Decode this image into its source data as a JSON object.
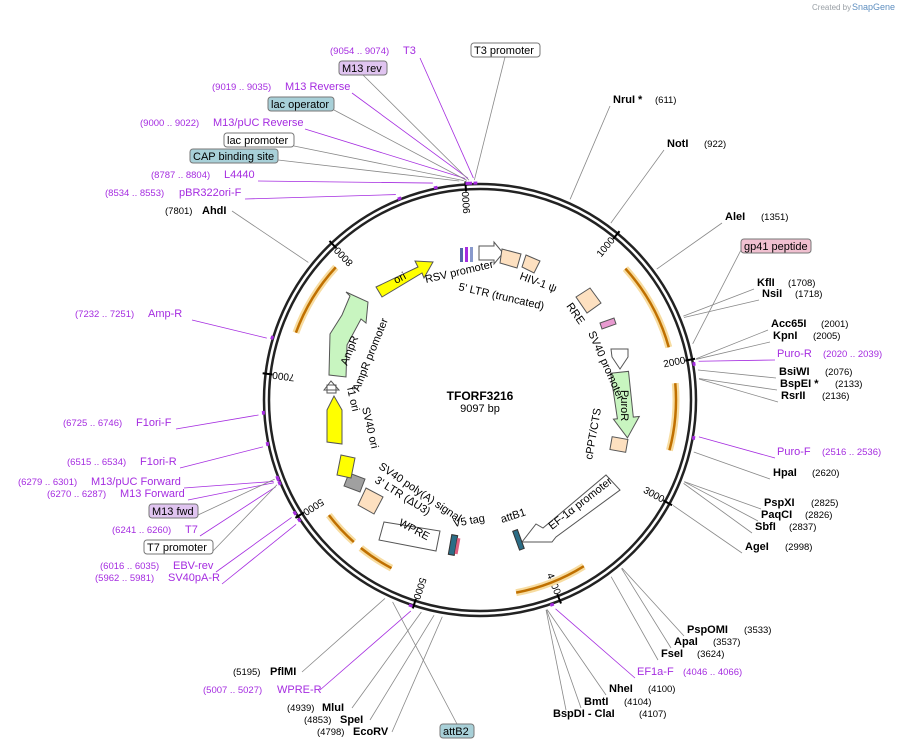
{
  "credit": {
    "prefix": "Created by",
    "brand": "SnapGene"
  },
  "plasmid": {
    "name": "TFORF3216",
    "length": 9097,
    "length_label": "9097 bp"
  },
  "colors": {
    "primer": "#a52ce0",
    "backbone": "#222222",
    "gene_fill": "#c8f5c0",
    "ori_fill": "#ffff00",
    "ltr_fill": "#fde0c0",
    "orf_arc": "#f3b100",
    "misc_box": "#a8d0d8"
  },
  "ticks": [
    {
      "label": "1000",
      "bp": 1000
    },
    {
      "label": "2000",
      "bp": 2000
    },
    {
      "label": "3000",
      "bp": 3000
    },
    {
      "label": "4000",
      "bp": 4000
    },
    {
      "label": "5000",
      "bp": 5000
    },
    {
      "label": "5000",
      "bp": 6000
    },
    {
      "label": "7000",
      "bp": 7000
    },
    {
      "label": "8000",
      "bp": 8000
    },
    {
      "label": "9000",
      "bp": 9000
    }
  ],
  "enzymes": [
    {
      "name": "NruI *",
      "pos": "(611)",
      "bp": 611
    },
    {
      "name": "NotI",
      "pos": "(922)",
      "bp": 922
    },
    {
      "name": "AleI",
      "pos": "(1351)",
      "bp": 1351
    },
    {
      "name": "KflI",
      "pos": "(1708)",
      "bp": 1708
    },
    {
      "name": "NsiI",
      "pos": "(1718)",
      "bp": 1718
    },
    {
      "name": "Acc65I",
      "pos": "(2001)",
      "bp": 2001
    },
    {
      "name": "KpnI",
      "pos": "(2005)",
      "bp": 2005
    },
    {
      "name": "BsiWI",
      "pos": "(2076)",
      "bp": 2076
    },
    {
      "name": "BspEI *",
      "pos": "(2133)",
      "bp": 2133
    },
    {
      "name": "RsrII",
      "pos": "(2136)",
      "bp": 2136
    },
    {
      "name": "HpaI",
      "pos": "(2620)",
      "bp": 2620
    },
    {
      "name": "PspXI",
      "pos": "(2825)",
      "bp": 2825
    },
    {
      "name": "PaqCI",
      "pos": "(2826)",
      "bp": 2826
    },
    {
      "name": "SbfI",
      "pos": "(2837)",
      "bp": 2837
    },
    {
      "name": "AgeI",
      "pos": "(2998)",
      "bp": 2998
    },
    {
      "name": "PspOMI",
      "pos": "(3533)",
      "bp": 3533
    },
    {
      "name": "ApaI",
      "pos": "(3537)",
      "bp": 3537
    },
    {
      "name": "FseI",
      "pos": "(3624)",
      "bp": 3624
    },
    {
      "name": "NheI",
      "pos": "(4100)",
      "bp": 4100
    },
    {
      "name": "BmtI",
      "pos": "(4104)",
      "bp": 4104
    },
    {
      "name": "BspDI - ClaI",
      "pos": "(4107)",
      "bp": 4107
    },
    {
      "name": "PflMI",
      "pos": "(5195)",
      "bp": 5195
    },
    {
      "name": "MluI",
      "pos": "(4939)",
      "bp": 4939
    },
    {
      "name": "SpeI",
      "pos": "(4853)",
      "bp": 4853
    },
    {
      "name": "EcoRV",
      "pos": "(4798)",
      "bp": 4798
    },
    {
      "name": "AhdI",
      "pos": "(7801)",
      "bp": 7801
    }
  ],
  "primers": [
    {
      "name": "T3",
      "range": "(9054 .. 9074)",
      "bp": 9054
    },
    {
      "name": "M13 Reverse",
      "range": "(9019 .. 9035)",
      "bp": 9019
    },
    {
      "name": "M13/pUC Reverse",
      "range": "(9000 .. 9022)",
      "bp": 9000
    },
    {
      "name": "L4440",
      "range": "(8787 .. 8804)",
      "bp": 8787
    },
    {
      "name": "pBR322ori-F",
      "range": "(8534 .. 8553)",
      "bp": 8534
    },
    {
      "name": "Amp-R",
      "range": "(7232 .. 7251)",
      "bp": 7232
    },
    {
      "name": "F1ori-F",
      "range": "(6725 .. 6746)",
      "bp": 6725
    },
    {
      "name": "F1ori-R",
      "range": "(6515 .. 6534)",
      "bp": 6515
    },
    {
      "name": "M13/pUC Forward",
      "range": "(6279 .. 6301)",
      "bp": 6279
    },
    {
      "name": "M13 Forward",
      "range": "(6270 .. 6287)",
      "bp": 6270
    },
    {
      "name": "T7",
      "range": "(6241 .. 6260)",
      "bp": 6241
    },
    {
      "name": "EBV-rev",
      "range": "(6016 .. 6035)",
      "bp": 6016
    },
    {
      "name": "SV40pA-R",
      "range": "(5962 .. 5981)",
      "bp": 5962
    },
    {
      "name": "Puro-R",
      "range": "(2020 .. 2039)",
      "bp": 2020
    },
    {
      "name": "Puro-F",
      "range": "(2516 .. 2536)",
      "bp": 2516
    },
    {
      "name": "EF1a-F",
      "range": "(4046 .. 4066)",
      "bp": 4046
    },
    {
      "name": "WPRE-R",
      "range": "(5007 .. 5027)",
      "bp": 5007
    }
  ],
  "boxed_labels": [
    {
      "name": "T3 promoter",
      "style": "white"
    },
    {
      "name": "M13 rev",
      "style": "purple"
    },
    {
      "name": "lac operator",
      "style": "teal"
    },
    {
      "name": "lac promoter",
      "style": "white"
    },
    {
      "name": "CAP binding site",
      "style": "teal"
    },
    {
      "name": "gp41 peptide",
      "style": "pink"
    },
    {
      "name": "M13 fwd",
      "style": "purple"
    },
    {
      "name": "T7 promoter",
      "style": "white"
    },
    {
      "name": "attB2",
      "style": "teal"
    }
  ],
  "features": [
    {
      "name": "RSV promoter"
    },
    {
      "name": "HIV-1 ψ"
    },
    {
      "name": "5' LTR (truncated)"
    },
    {
      "name": "RRE"
    },
    {
      "name": "SV40 promoter"
    },
    {
      "name": "PuroR"
    },
    {
      "name": "cPPT/CTS"
    },
    {
      "name": "EF-1α promoter"
    },
    {
      "name": "attB1"
    },
    {
      "name": "V5 tag"
    },
    {
      "name": "WPRE"
    },
    {
      "name": "3' LTR (ΔU3)"
    },
    {
      "name": "SV40 poly(A) signal"
    },
    {
      "name": "SV40 ori"
    },
    {
      "name": "f1 ori"
    },
    {
      "name": "AmpR promoter"
    },
    {
      "name": "AmpR"
    },
    {
      "name": "ori"
    }
  ]
}
